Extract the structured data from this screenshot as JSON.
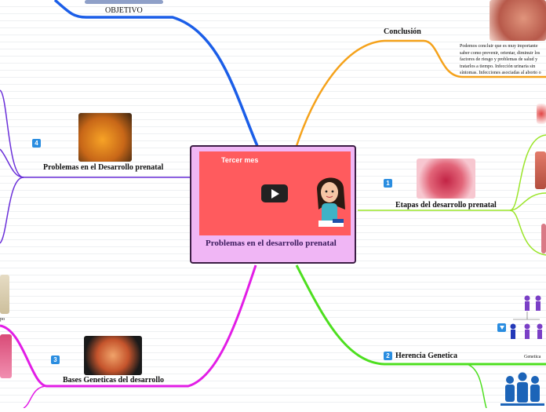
{
  "central": {
    "title": "Problemas en el desarrollo prenatal",
    "video_title": "Tercer mes"
  },
  "topics": {
    "objetivo": "OBJETIVO",
    "conclusion": "Conclusión",
    "conclusion_text": "Podemos concluir que es muy importante saber como prevenir, orientar, diminuir los factores de riesgo y problemas de salud y tratarlos a tiempo. Infección urinaria sin síntomas. Infecciones asociadas al aborto o infección del recién...",
    "problemas_desarrollo": "Problemas en el Desarrollo prenatal",
    "etapas": "Etapas del desarrollo prenatal",
    "herencia": "Herencia Genetica",
    "bases": "Bases Geneticas del desarrollo",
    "genetica": "Genetica",
    "po_fragment": "po"
  },
  "badges": {
    "etapas": "1",
    "herencia": "2",
    "bases": "3",
    "problemas": "4"
  },
  "colors": {
    "objetivo_branch": "#1b5ee8",
    "conclusion_branch": "#f5a21b",
    "problemas_branch": "#6a2fd9",
    "etapas_branch": "#9be52a",
    "herencia_branch": "#4ddf1f",
    "bases_branch": "#e21de6",
    "central_bg": "#f0b6f5",
    "badge": "#2a8de0"
  }
}
